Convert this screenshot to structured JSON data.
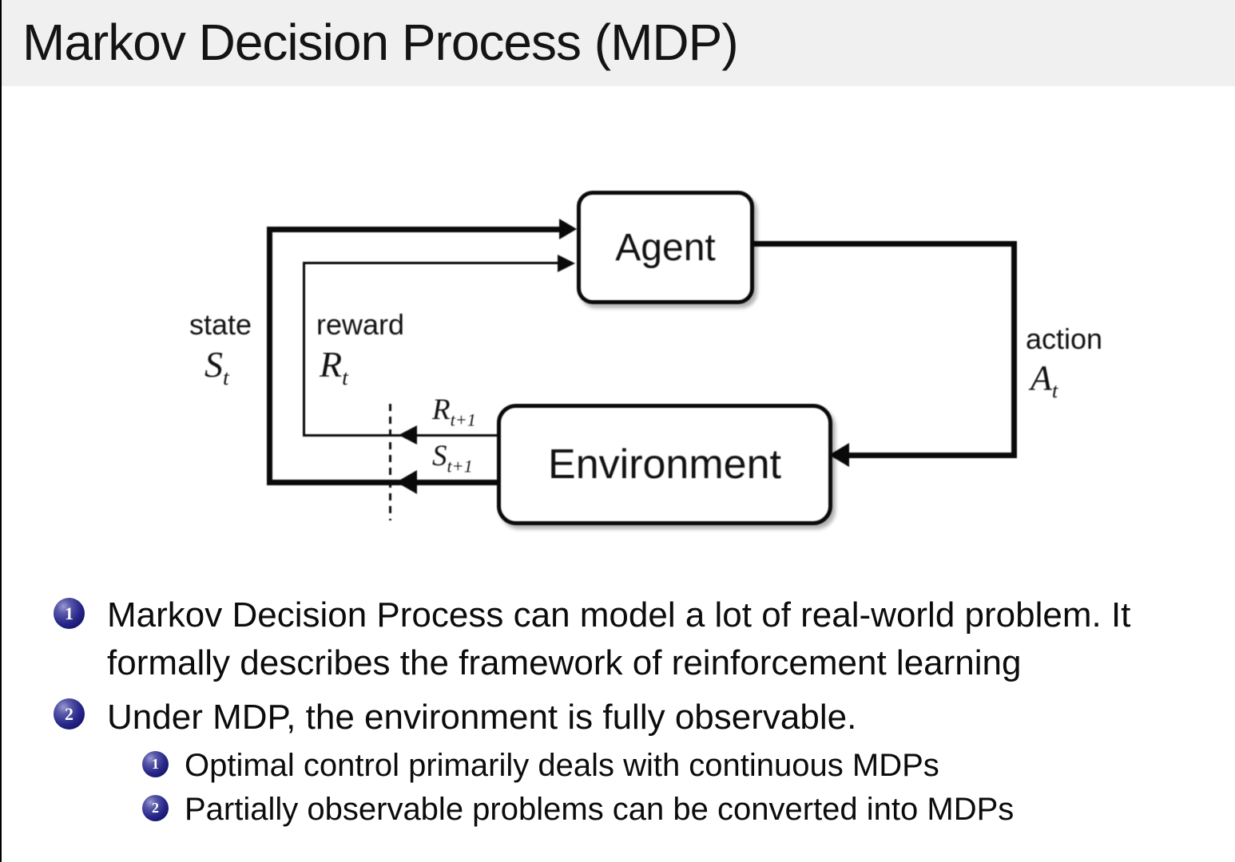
{
  "slide": {
    "title": "Markov Decision Process (MDP)"
  },
  "diagram": {
    "agent": "Agent",
    "environment": "Environment",
    "state": {
      "label": "state",
      "symbol": "S",
      "sub": "t"
    },
    "reward": {
      "label": "reward",
      "symbol": "R",
      "sub": "t"
    },
    "action": {
      "label": "action",
      "symbol": "A",
      "sub": "t"
    },
    "next_reward": {
      "symbol": "R",
      "sub": "t+1"
    },
    "next_state": {
      "symbol": "S",
      "sub": "t+1"
    }
  },
  "bullets": {
    "item1": {
      "marker": "1",
      "line1": "Markov Decision Process can model a lot of real-world problem. It",
      "line2": "formally describes the framework of reinforcement learning"
    },
    "item2": {
      "marker": "2",
      "text": "Under MDP, the environment is fully observable."
    },
    "sub1": {
      "marker": "1",
      "text": "Optimal control primarily deals with continuous MDPs"
    },
    "sub2": {
      "marker": "2",
      "text": "Partially observable problems can be converted into MDPs"
    }
  },
  "colors": {
    "title_bar_bg": "#f0f0f1",
    "bullet_ball": "#28288a",
    "text": "#0c0c0c",
    "line": "#0a0a0a"
  }
}
